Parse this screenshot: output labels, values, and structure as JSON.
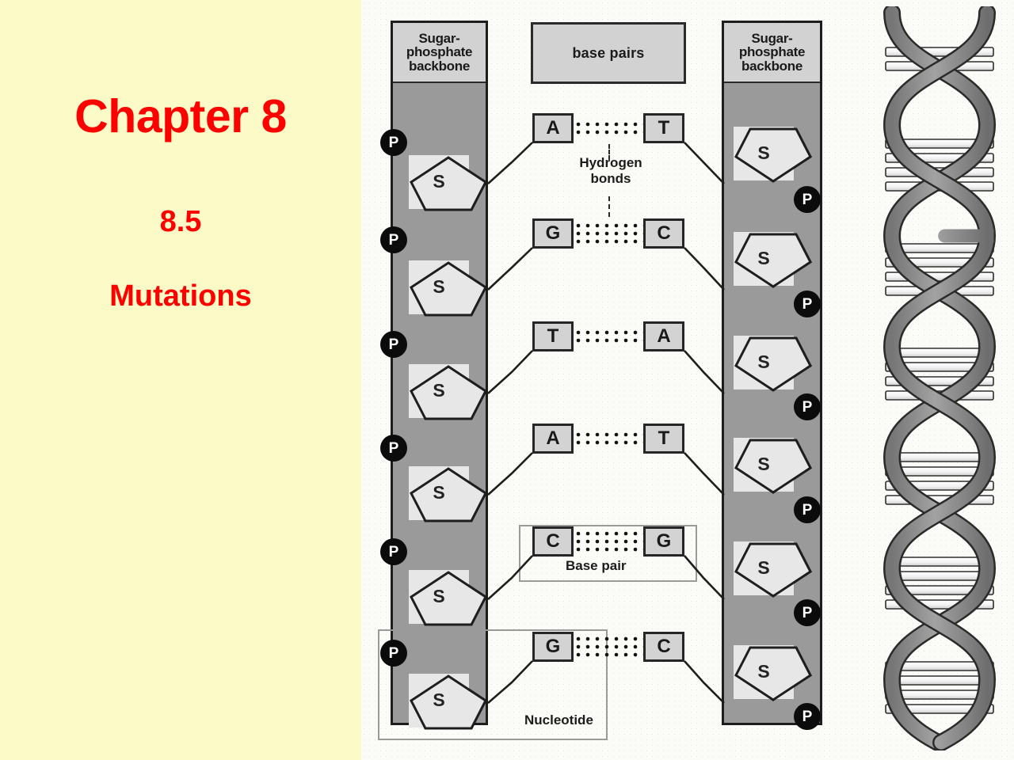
{
  "slide": {
    "title": "Chapter 8",
    "section_number": "8.5",
    "section_title": "Mutations",
    "title_color": "#fd0000",
    "panel_color": "#fcfbc8"
  },
  "diagram": {
    "left_backbone_label_line1": "Sugar-",
    "left_backbone_label_line2": "phosphate",
    "left_backbone_label_line3": "backbone",
    "right_backbone_label_line1": "Sugar-",
    "right_backbone_label_line2": "phosphate",
    "right_backbone_label_line3": "backbone",
    "base_pairs_header": "base pairs",
    "hydrogen_bonds_label_line1": "Hydrogen",
    "hydrogen_bonds_label_line2": "bonds",
    "base_pair_callout": "Base pair",
    "nucleotide_callout": "Nucleotide",
    "phosphate_symbol": "P",
    "sugar_symbol": "S",
    "backbone_color": "#9a9a9a",
    "base_box_color": "#d3d3d3",
    "sugar_color": "#e7e7e7",
    "phosphate_color": "#0b0b0b",
    "rungs": [
      {
        "left_base": "A",
        "right_base": "T",
        "hbond_rows": 2
      },
      {
        "left_base": "G",
        "right_base": "C",
        "hbond_rows": 3
      },
      {
        "left_base": "T",
        "right_base": "A",
        "hbond_rows": 2
      },
      {
        "left_base": "A",
        "right_base": "T",
        "hbond_rows": 2
      },
      {
        "left_base": "C",
        "right_base": "G",
        "hbond_rows": 3
      },
      {
        "left_base": "G",
        "right_base": "C",
        "hbond_rows": 3
      }
    ]
  }
}
